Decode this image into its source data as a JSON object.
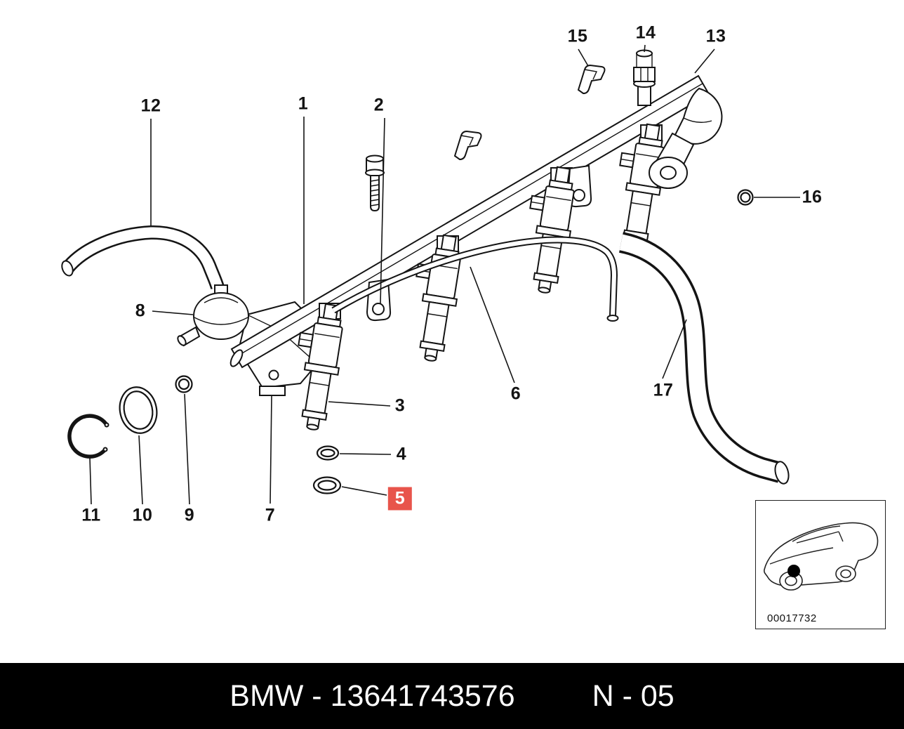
{
  "diagram": {
    "callouts": [
      {
        "label": "1",
        "highlighted": false
      },
      {
        "label": "2",
        "highlighted": false
      },
      {
        "label": "3",
        "highlighted": false
      },
      {
        "label": "4",
        "highlighted": false
      },
      {
        "label": "5",
        "highlighted": true
      },
      {
        "label": "6",
        "highlighted": false
      },
      {
        "label": "7",
        "highlighted": false
      },
      {
        "label": "8",
        "highlighted": false
      },
      {
        "label": "9",
        "highlighted": false
      },
      {
        "label": "10",
        "highlighted": false
      },
      {
        "label": "11",
        "highlighted": false
      },
      {
        "label": "12",
        "highlighted": false
      },
      {
        "label": "13",
        "highlighted": false
      },
      {
        "label": "14",
        "highlighted": false
      },
      {
        "label": "15",
        "highlighted": false
      },
      {
        "label": "16",
        "highlighted": false
      },
      {
        "label": "17",
        "highlighted": false
      }
    ],
    "inset": {
      "image_id": "00017732"
    }
  },
  "footer": {
    "left": "BMW - 13641743576",
    "right": "N - 05"
  },
  "colors": {
    "highlight": "#e8544b",
    "footer_bg": "#000000",
    "footer_text": "#ffffff",
    "line": "#141414",
    "background": "#ffffff"
  }
}
